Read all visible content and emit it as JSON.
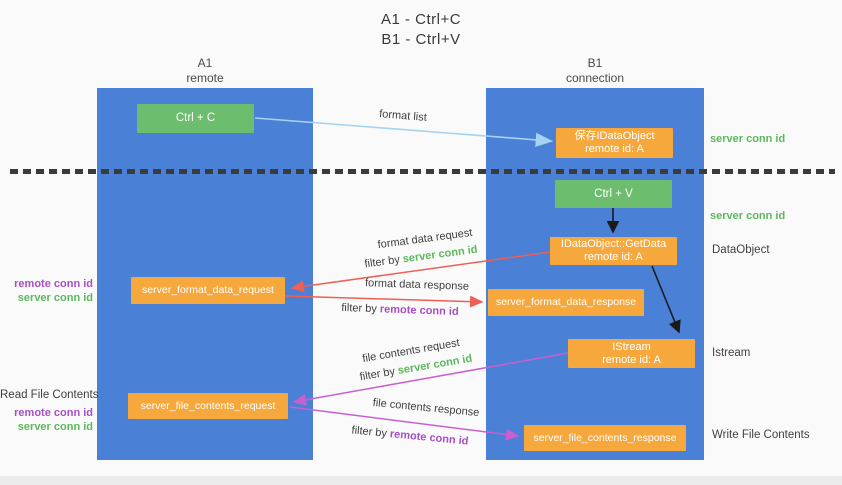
{
  "title": {
    "line1": "A1 - Ctrl+C",
    "line2": "B1 - Ctrl+V"
  },
  "lanes": {
    "a1": {
      "name": "A1",
      "subtitle": "remote"
    },
    "b1": {
      "name": "B1",
      "subtitle": "connection"
    }
  },
  "nodes": {
    "ctrl_c": {
      "label": "Ctrl + C"
    },
    "ctrl_v": {
      "label": "Ctrl + V"
    },
    "save_idataobject": {
      "line1": "保存IDataObject",
      "line2": "remote id: A"
    },
    "getdata": {
      "line1": "IDataObject::GetData",
      "line2": "remote id: A"
    },
    "istream": {
      "line1": "IStream",
      "line2": "remote id: A"
    },
    "format_data_request": {
      "label": "server_format_data_request"
    },
    "format_data_response": {
      "label": "server_format_data_response"
    },
    "file_contents_request": {
      "label": "server_file_contents_request"
    },
    "file_contents_response": {
      "label": "server_file_contents_response"
    }
  },
  "edges": {
    "format_list": {
      "label": "format list"
    },
    "format_data_request": {
      "label": "format data request",
      "filter_prefix": "filter by ",
      "filter_key": "server conn id"
    },
    "format_data_response": {
      "label": "format data response",
      "filter_prefix": "filter by ",
      "filter_key": "remote conn id"
    },
    "file_contents_request": {
      "label": "file contents request",
      "filter_prefix": "filter by ",
      "filter_key": "server conn id"
    },
    "file_contents_response": {
      "label": "file contents response",
      "filter_prefix": "filter by ",
      "filter_key": "remote conn id"
    }
  },
  "annotations": {
    "server_conn_id_top": "server conn id",
    "server_conn_id_mid": "server conn id",
    "dataobject": "DataObject",
    "istream": "Istream",
    "write_file_contents": "Write File Contents",
    "read_file_contents": "Read File Contents",
    "left_top": {
      "remote": "remote conn id",
      "server": "server conn id"
    },
    "left_bottom": {
      "remote": "remote conn id",
      "server": "server conn id"
    }
  },
  "colors": {
    "background": "#fafafa",
    "lane_fill": "#4a81d6",
    "action_green": "#6cbe6e",
    "node_orange": "#f6a83d",
    "label_green": "#5cb85c",
    "label_purple": "#a94fc4",
    "arrow_blue": "#a6d3f2",
    "arrow_red": "#ee6055",
    "arrow_magenta": "#c95fce",
    "arrow_black": "#1a1a1a",
    "divider": "#3b3b3b"
  }
}
